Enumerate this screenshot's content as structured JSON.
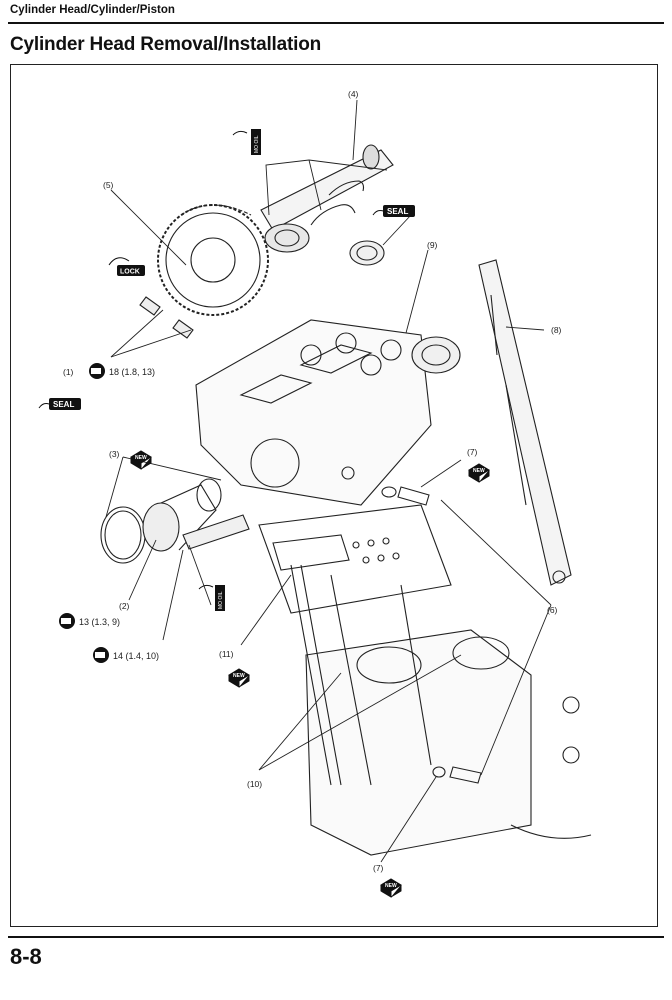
{
  "header": {
    "section": "Cylinder Head/Cylinder/Piston"
  },
  "title": "Cylinder Head Removal/Installation",
  "callouts": {
    "c4": "(4)",
    "c5": "(5)",
    "c9": "(9)",
    "c8": "(8)",
    "c1": "(1)",
    "c3": "(3)",
    "c7a": "(7)",
    "c2": "(2)",
    "c6": "(6)",
    "c11": "(11)",
    "c10": "(10)",
    "c7b": "(7)"
  },
  "torque": {
    "t1": "18 (1.8, 13)",
    "t2": "13 (1.3, 9)",
    "t3": "14 (1.4, 10)"
  },
  "tags": {
    "seal": "SEAL",
    "lock": "LOCK",
    "new": "NEW",
    "moly": "MO OIL"
  },
  "footer": {
    "page": "8-8"
  }
}
